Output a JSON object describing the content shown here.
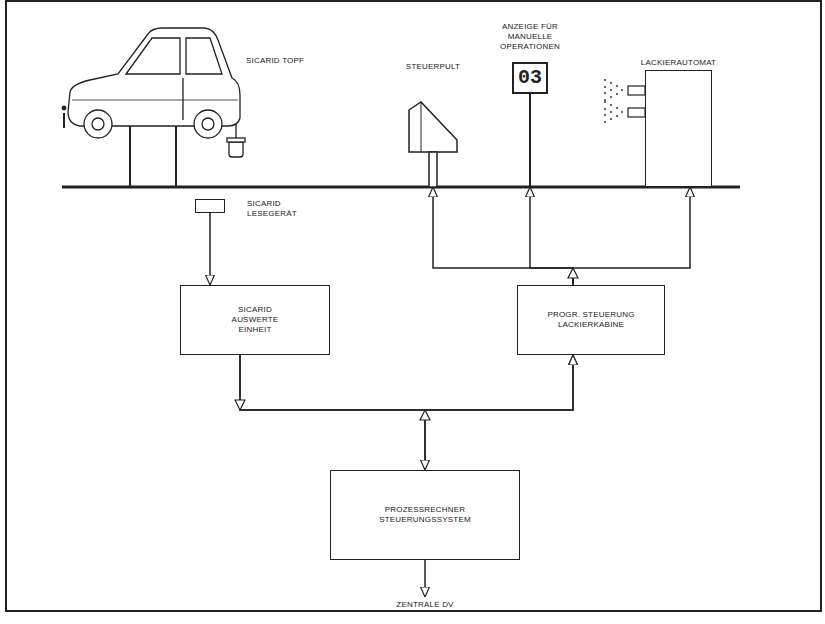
{
  "diagram": {
    "nodes": [
      {
        "text": [
          "ANZEIGE FÜR MANUELLE OPERATIONEN",
          "03"
        ]
      },
      {
        "text": [
          "STEUERPULT"
        ]
      },
      {
        "text": [
          "LACKIERAUTOMAT"
        ]
      },
      {
        "text": [
          "SICARID LESEGERÄT"
        ]
      },
      {
        "text": [
          "SICARID AUSWERTE EINHEIT"
        ]
      },
      {
        "text": [
          "PROGR. STEUERUNG LACKIERKABINE"
        ]
      },
      {
        "text": [
          "PROZESSRECHNER STEUERUNGSSYSTEM"
        ]
      }
    ],
    "edges": [
      {
        "from": 3,
        "to": 4,
        "arrow": "to"
      },
      {
        "from": 6,
        "to": 5,
        "arrow": "to"
      },
      {
        "from": 4,
        "to": 6,
        "arrow": "to"
      },
      {
        "from": 4,
        "to": 5,
        "arrow": "to"
      },
      {
        "from": 5,
        "to": 1,
        "arrow": "to"
      },
      {
        "from": 5,
        "to": 0,
        "arrow": "to"
      },
      {
        "from": 5,
        "to": 2,
        "arrow": "to"
      }
    ],
    "labels": [
      "SICARID TOPF",
      "ZENTRALE DV"
    ]
  }
}
